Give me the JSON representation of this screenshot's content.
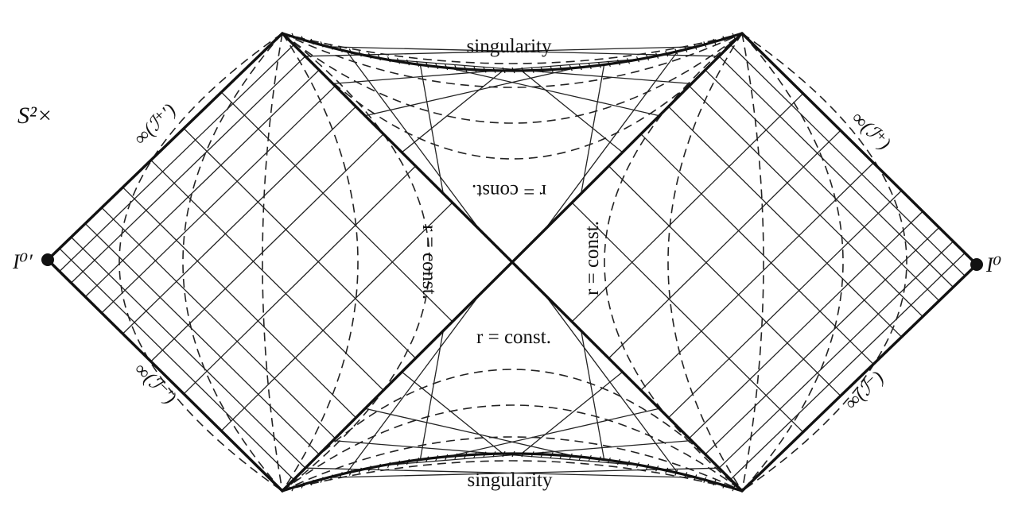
{
  "diagram": {
    "singularity_top": "singularity",
    "singularity_bottom": "singularity",
    "prefix": "S²×",
    "left_point": "I⁰′",
    "right_point": "I⁰",
    "scri_plus_right": "∞(ℐ⁺)",
    "scri_plus_left": "∞(ℐ⁺′)",
    "scri_minus_left": "∞(ℐ⁻′)",
    "scri_minus_right": "∞(ℐ⁻)",
    "r_const_top": "r = const.",
    "r_const_bottom": "r = const.",
    "r_const_left": "r = const.",
    "r_const_right": "r = const."
  }
}
